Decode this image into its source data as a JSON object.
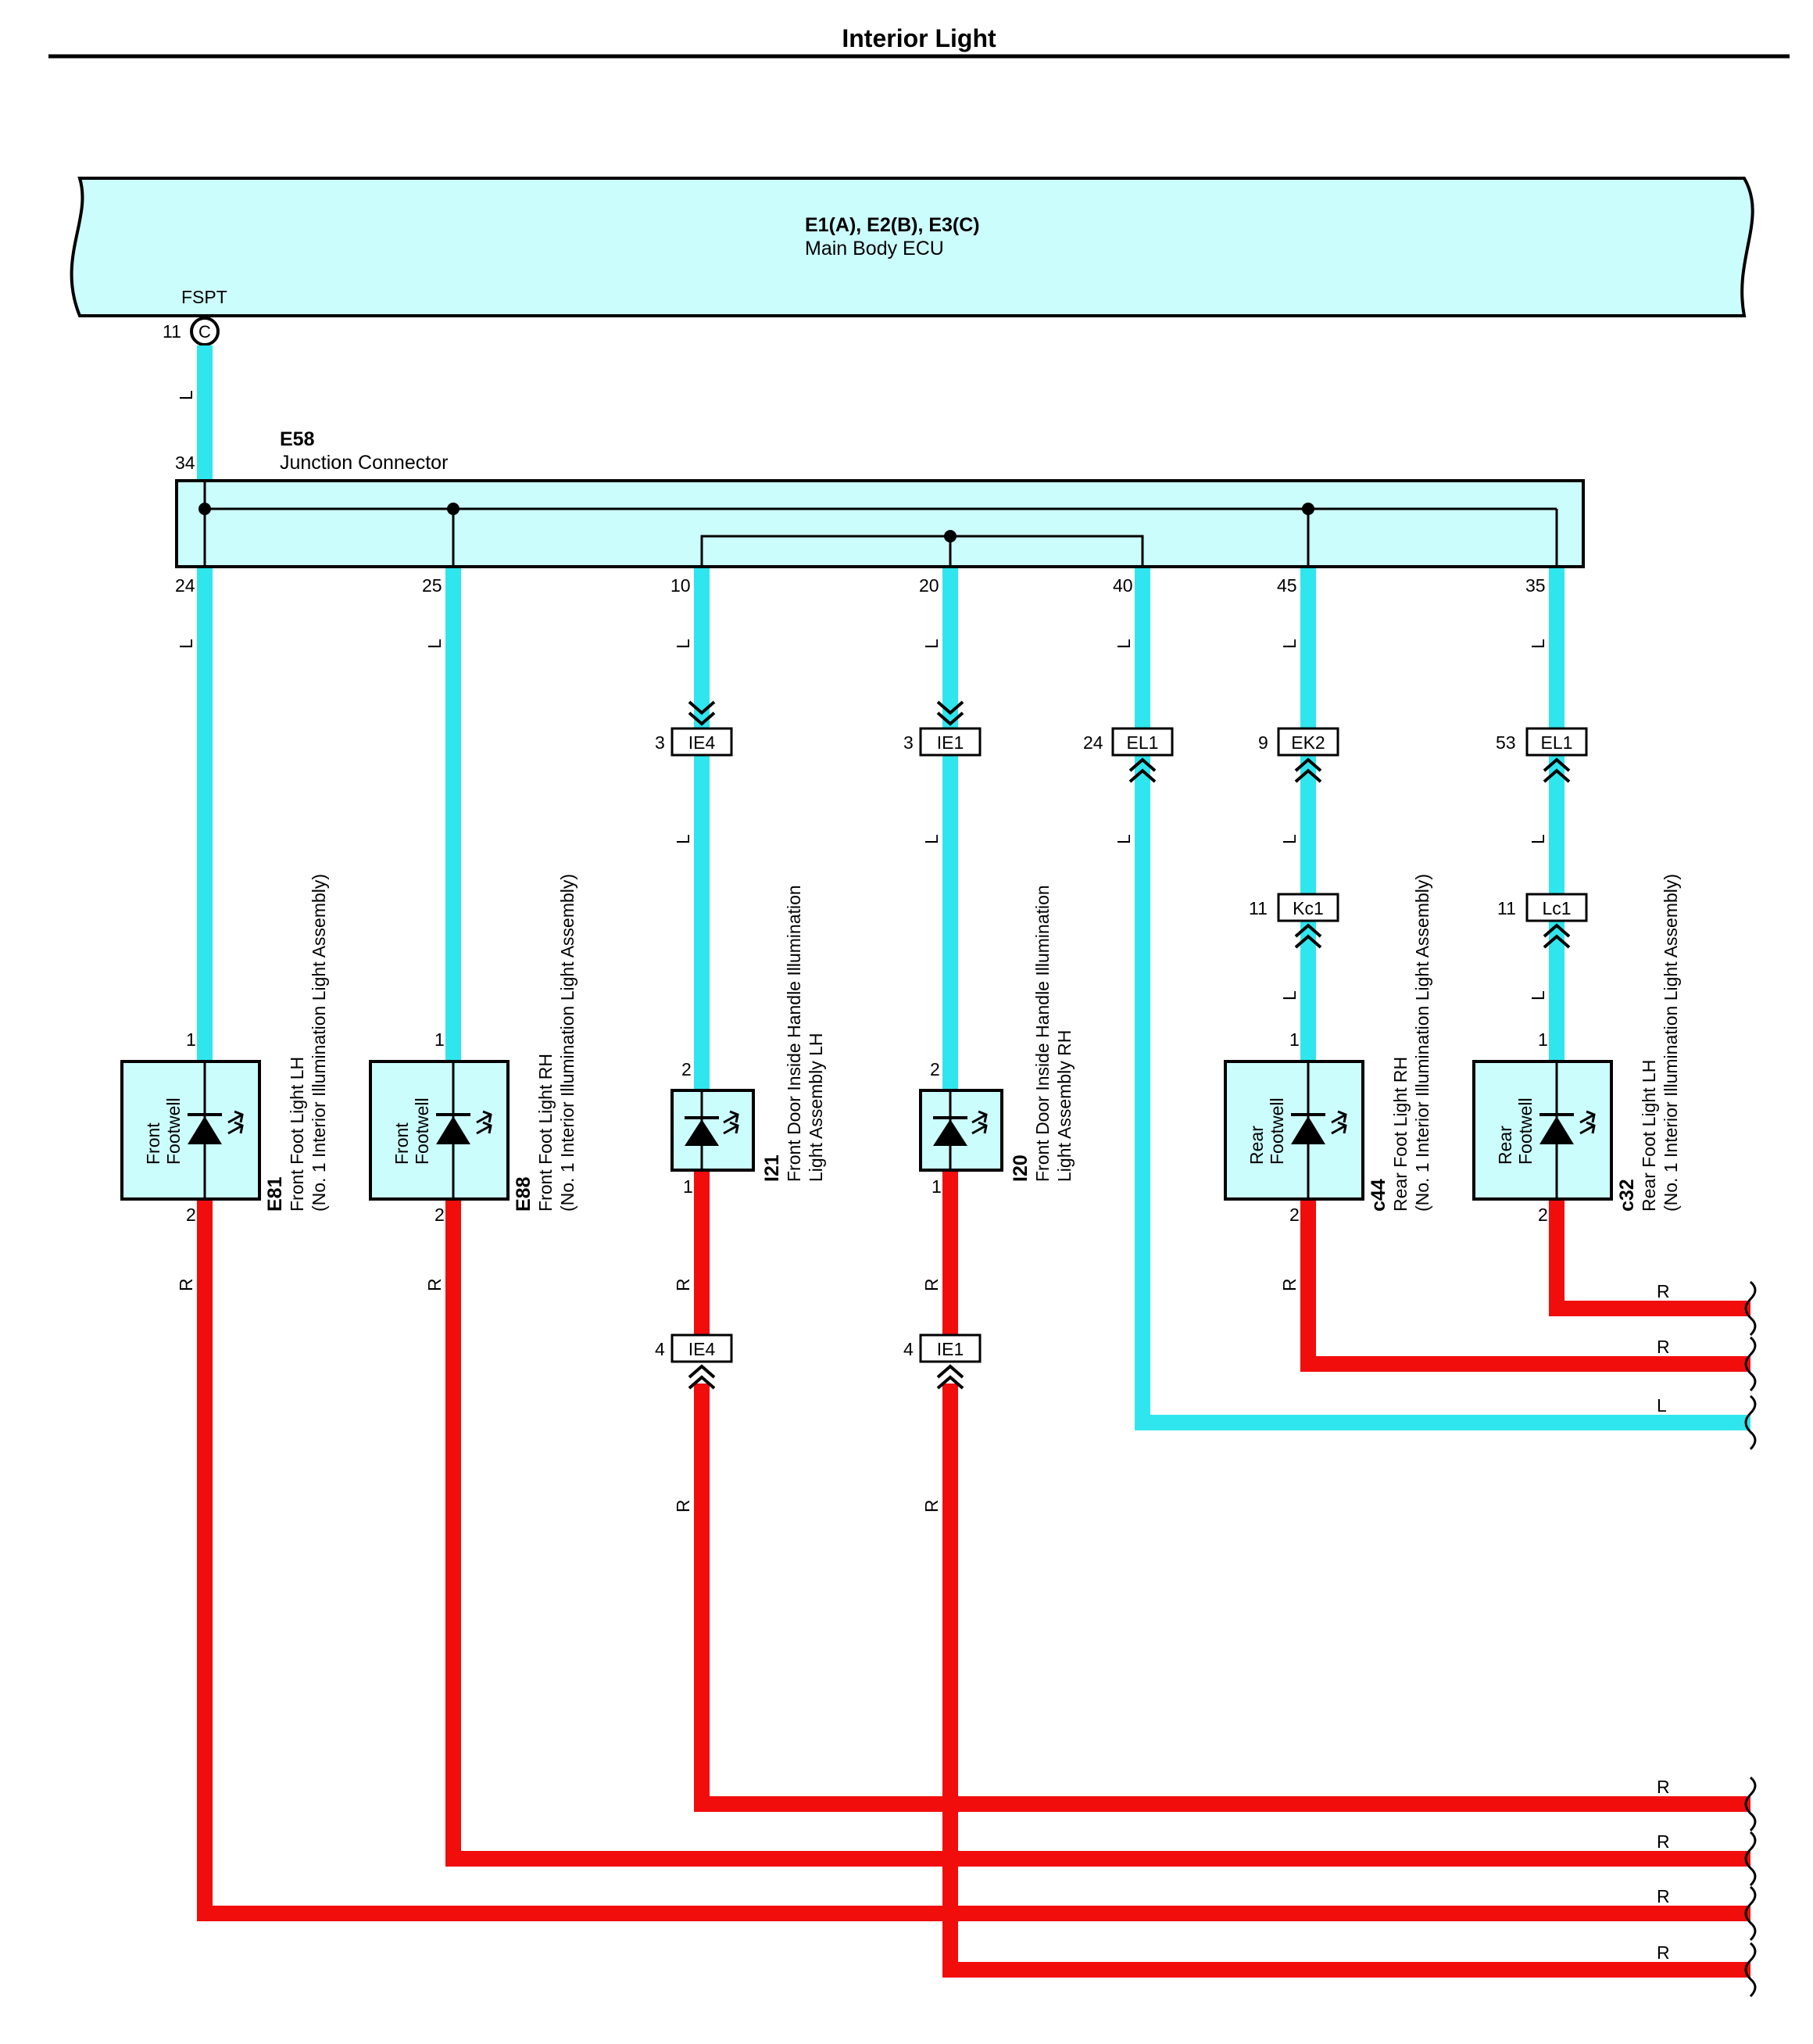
{
  "title": "Interior Light",
  "colors": {
    "wire_L": "#2fe6ee",
    "wire_R": "#f20d0d",
    "panel_fill": "#ccfdfd",
    "stroke": "#000000"
  },
  "ecu": {
    "code": "E1(A), E2(B), E3(C)",
    "name": "Main Body ECU",
    "terminal_name": "FSPT",
    "pin": "11",
    "connector_letter": "C"
  },
  "junction": {
    "code": "E58",
    "name": "Junction Connector",
    "input_pin": "34",
    "output_pins": [
      "24",
      "25",
      "10",
      "20",
      "40",
      "45",
      "35"
    ]
  },
  "wire_colors": {
    "light_blue": "L",
    "red": "R"
  },
  "connectors": [
    {
      "pin": "3",
      "name": "IE4"
    },
    {
      "pin": "3",
      "name": "IE1"
    },
    {
      "pin": "24",
      "name": "EL1"
    },
    {
      "pin": "9",
      "name": "EK2"
    },
    {
      "pin": "53",
      "name": "EL1"
    },
    {
      "pin": "11",
      "name": "Kc1"
    },
    {
      "pin": "11",
      "name": "Lc1"
    },
    {
      "pin": "4",
      "name": "IE4"
    },
    {
      "pin": "4",
      "name": "IE1"
    }
  ],
  "lights": [
    {
      "code": "E81",
      "line1": "Front Foot Light LH",
      "line2": "(No. 1 Interior Illumination Light Assembly)",
      "box_line1": "Front",
      "box_line2": "Footwell",
      "pin_top": "1",
      "pin_bottom": "2"
    },
    {
      "code": "E88",
      "line1": "Front Foot Light RH",
      "line2": "(No. 1 Interior Illumination Light Assembly)",
      "box_line1": "Front",
      "box_line2": "Footwell",
      "pin_top": "1",
      "pin_bottom": "2"
    },
    {
      "code": "I21",
      "line1": "Front Door Inside Handle Illumination",
      "line2": "Light Assembly LH",
      "pin_top": "2",
      "pin_bottom": "1"
    },
    {
      "code": "I20",
      "line1": "Front Door Inside Handle Illumination",
      "line2": "Light Assembly RH",
      "pin_top": "2",
      "pin_bottom": "1"
    },
    {
      "code": "c44",
      "line1": "Rear Foot Light RH",
      "line2": "(No. 1 Interior Illumination Light Assembly)",
      "box_line1": "Rear",
      "box_line2": "Footwell",
      "pin_top": "1",
      "pin_bottom": "2"
    },
    {
      "code": "c32",
      "line1": "Rear Foot Light LH",
      "line2": "(No. 1 Interior Illumination Light Assembly)",
      "box_line1": "Rear",
      "box_line2": "Footwell",
      "pin_top": "1",
      "pin_bottom": "2"
    }
  ]
}
